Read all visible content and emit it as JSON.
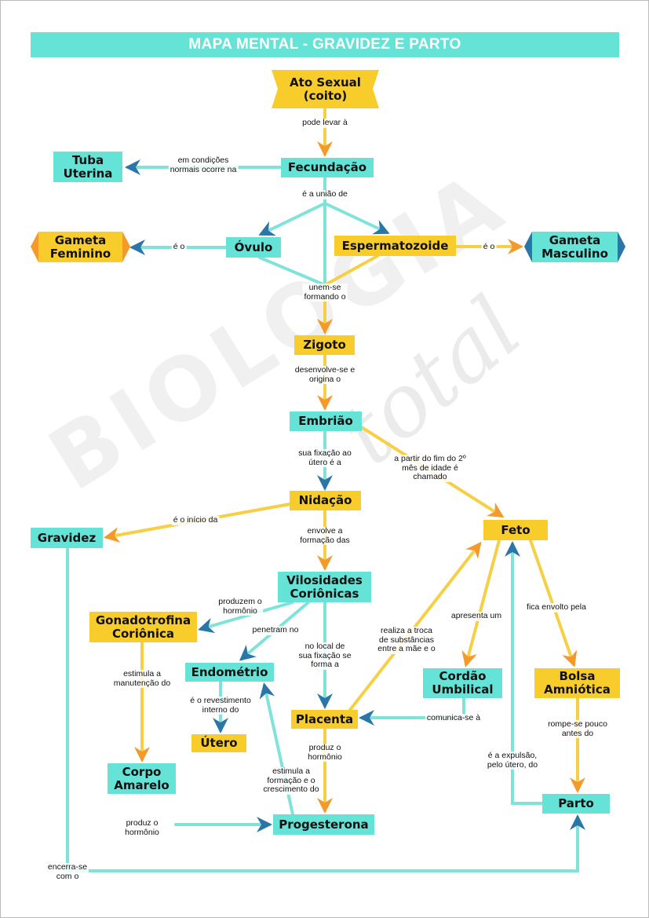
{
  "title": "MAPA MENTAL - GRAVIDEZ E PARTO",
  "watermark": {
    "brand": "BIOLOGIA",
    "sub": "total"
  },
  "colors": {
    "teal": "#64e3d6",
    "yellow": "#f8cc2a",
    "orange_arrow": "#f39a2b",
    "blue_arrow": "#2a76a8",
    "teal_line": "#7fe3da",
    "yellow_line": "#f6cf45"
  },
  "nodes": {
    "ato_sexual": "Ato Sexual\n(coito)",
    "fecundacao": "Fecundação",
    "tuba_uterina": "Tuba\nUterina",
    "ovulo": "Óvulo",
    "espermatozoide": "Espermatozoide",
    "gameta_feminino": "Gameta\nFeminino",
    "gameta_masculino": "Gameta\nMasculino",
    "zigoto": "Zigoto",
    "embriao": "Embrião",
    "nidacao": "Nidação",
    "gravidez": "Gravidez",
    "feto": "Feto",
    "vilosidades": "Vilosidades\nCoriônicas",
    "gonadotrofina": "Gonadotrofina\nCoriônica",
    "endometrio": "Endométrio",
    "utero": "Útero",
    "placenta": "Placenta",
    "cordao": "Cordão\nUmbilical",
    "bolsa": "Bolsa\nAmniótica",
    "corpo_amarelo": "Corpo\nAmarelo",
    "progesterona": "Progesterona",
    "parto": "Parto"
  },
  "links": {
    "pode_levar": "pode levar à",
    "condicoes": "em condições\nnormais ocorre na",
    "uniao": "é a união de",
    "e_o_fem": "é o",
    "e_o_masc": "é o",
    "unem_se": "unem-se\nformando o",
    "desenvolve": "desenvolve-se e\norigina o",
    "fixacao": "sua fixação ao\nútero é a",
    "a_partir": "a partir do fim do 2º\nmês de idade é\nchamado",
    "inicio": "é o início da",
    "envolve": "envolve a\nformação das",
    "produzem": "produzem o\nhormônio",
    "penetram": "penetram no",
    "local": "no local de\nsua fixação se\nforma a",
    "troca": "realiza a troca\nde substâncias\nentre a mãe e o",
    "apresenta": "apresenta um",
    "envolto": "fica envolto pela",
    "estimula_manut": "estimula a\nmanutenção do",
    "revestimento": "é o revestimento\ninterno do",
    "comunica": "comunica-se à",
    "produz_placenta": "produz o\nhormônio",
    "estimula_form": "estimula a\nformação e o\ncrescimento do",
    "rompe": "rompe-se pouco\nantes do",
    "expulsao": "é a expulsão,\npelo útero, do",
    "produz_corpo": "produz o\nhormônio",
    "encerra": "encerra-se\ncom o"
  }
}
